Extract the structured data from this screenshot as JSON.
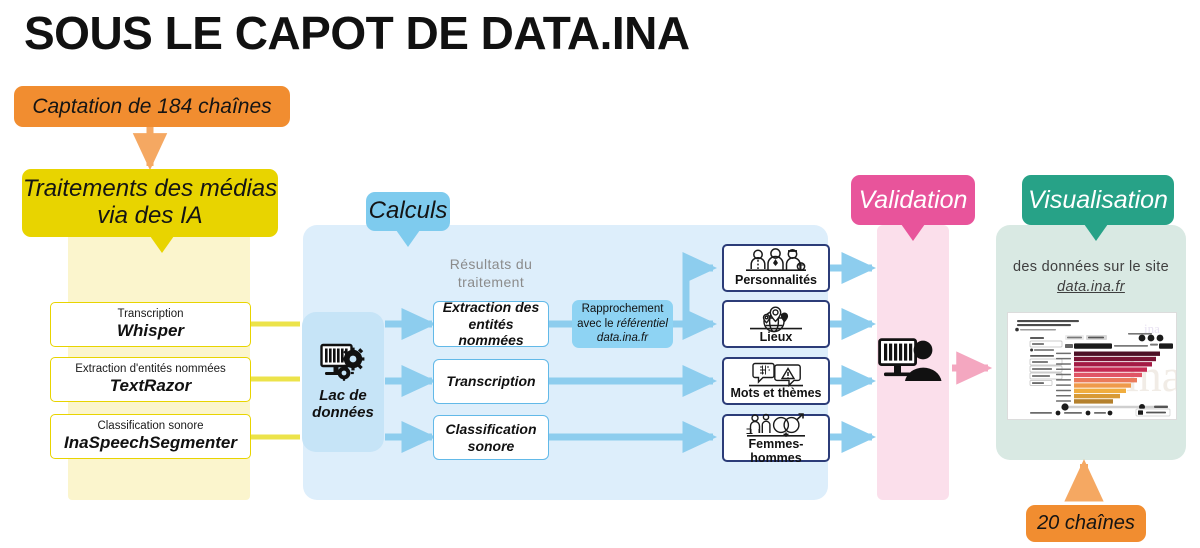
{
  "title": "SOUS LE CAPOT DE DATA.INA",
  "capture": {
    "label": "Captation de 184 chaînes",
    "color": "#f18d30"
  },
  "stages": {
    "traitements": {
      "label": "Traitements des médias\nvia des IA",
      "line1": "Traitements des médias",
      "line2": "via des IA",
      "color": "#e8d400",
      "panel_color": "#fbf5cd"
    },
    "calculs": {
      "label": "Calculs",
      "color": "#7ecbee",
      "panel_color": "#ddeefb"
    },
    "validation": {
      "label": "Validation",
      "color": "#e8549b",
      "panel_color": "#fbdfeb"
    },
    "visualisation": {
      "label": "Visualisation",
      "color": "#27a287",
      "panel_color": "#d9e9e3"
    }
  },
  "ai_tools": [
    {
      "task": "Transcription",
      "name": "Whisper"
    },
    {
      "task": "Extraction d'entités nommées",
      "name": "TextRazor"
    },
    {
      "task": "Classification sonore",
      "name": "InaSpeechSegmenter"
    }
  ],
  "data_lake": {
    "label": "Lac de\ndonnées",
    "line1": "Lac de",
    "line2": "données",
    "icon": "server-gears-icon"
  },
  "results": {
    "heading_line1": "Résultats du",
    "heading_line2": "traitement",
    "items": [
      {
        "line1": "Extraction des",
        "line2": "entités nommées"
      },
      {
        "line1": "Transcription",
        "line2": ""
      },
      {
        "line1": "Classification",
        "line2": "sonore"
      }
    ]
  },
  "matching": {
    "line1": "Rapprochement",
    "line2_prefix": "avec le ",
    "line2_italic": "référentiel",
    "line3": "data.ina.fr"
  },
  "categories": [
    {
      "label": "Personnalités",
      "icon": "people-icon"
    },
    {
      "label": "Lieux",
      "icon": "globe-pins-icon"
    },
    {
      "label": "Mots et thèmes",
      "icon": "speech-bubbles-icon"
    },
    {
      "label": "Femmes-hommes",
      "icon": "gender-symbols-icon"
    }
  ],
  "validation": {
    "icon": "person-at-computer-icon"
  },
  "visualisation": {
    "text_line1": "des données sur le site",
    "text_line2": "data.ina.fr",
    "thumbnail": "dashboard-screenshot",
    "dashboard": {
      "question": "Quelles personnalités ont été le plus citées dans les journaux d'information en continu ?",
      "bars": [
        {
          "value": 100,
          "color": "#4d1026"
        },
        {
          "value": 96,
          "color": "#7a1435"
        },
        {
          "value": 91,
          "color": "#a41b45"
        },
        {
          "value": 85,
          "color": "#c52a52"
        },
        {
          "value": 79,
          "color": "#e05566"
        },
        {
          "value": 73,
          "color": "#ea7a5a"
        },
        {
          "value": 67,
          "color": "#ef9a4a"
        },
        {
          "value": 60,
          "color": "#f0ad3e"
        },
        {
          "value": 53,
          "color": "#d89a35"
        },
        {
          "value": 45,
          "color": "#b4802c"
        },
        {
          "value": 38,
          "color": "#8d6322"
        }
      ]
    }
  },
  "channels_out": {
    "label": "20 chaînes",
    "color": "#f18d30"
  },
  "colors": {
    "arrow_blue": "#8dcdee",
    "arrow_yellow": "#ece34a",
    "arrow_orange": "#f5a862",
    "arrow_pink": "#f4a7c0",
    "navy": "#2c3c78"
  }
}
